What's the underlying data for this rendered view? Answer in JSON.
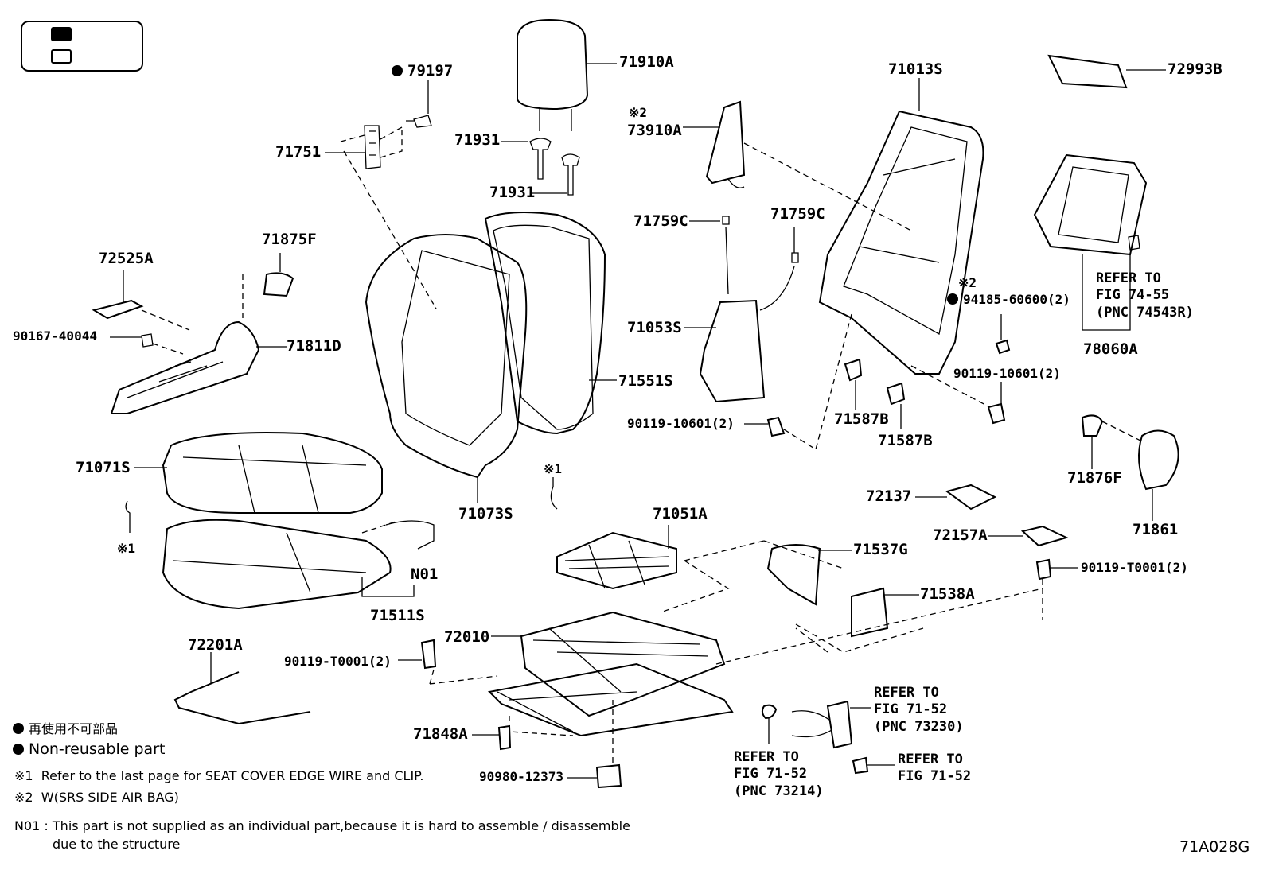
{
  "diagram_code": "71A028G",
  "legend": {
    "non_reusable_jp": "再使用不可部品",
    "non_reusable_en": "Non-reusable part",
    "note1_mark": "※1",
    "note1_text": "Refer to the last page for SEAT COVER EDGE WIRE and CLIP.",
    "note2_mark": "※2",
    "note2_text": "W(SRS SIDE AIR BAG)",
    "n01_code": "N01",
    "n01_text_line1": ": This part is not supplied as an individual part,because it is hard to assemble / disassemble",
    "n01_text_line2": "due to the structure"
  },
  "parts": {
    "p79197": "79197",
    "p71910A": "71910A",
    "p71931_a": "71931",
    "p71931_b": "71931",
    "p71751": "71751",
    "p73910A": "73910A",
    "p73910A_mark": "※2",
    "p71013S": "71013S",
    "p72993B": "72993B",
    "p72525A": "72525A",
    "p71875F": "71875F",
    "p90167_40044": "90167-40044",
    "p71811D": "71811D",
    "p71759C_a": "71759C",
    "p71759C_b": "71759C",
    "p71053S": "71053S",
    "p71551S": "71551S",
    "p94185": "94185-60600(2)",
    "p94185_mark": "※2",
    "p90119_10601_a": "90119-10601(2)",
    "p90119_10601_b": "90119-10601(2)",
    "p78060A": "78060A",
    "p71587B_a": "71587B",
    "p71587B_b": "71587B",
    "p71071S": "71071S",
    "p71073S": "71073S",
    "mark_x1_a": "※1",
    "mark_x1_b": "※1",
    "p71876F": "71876F",
    "p71861": "71861",
    "p72137": "72137",
    "p72157A": "72157A",
    "p71051A": "71051A",
    "p71537G": "71537G",
    "p71538A": "71538A",
    "pN01": "N01",
    "p71511S": "71511S",
    "p90119_T0001_a": "90119-T0001(2)",
    "p90119_T0001_b": "90119-T0001(2)",
    "p72010": "72010",
    "p72201A": "72201A",
    "p71848A": "71848A",
    "p90980_12373": "90980-12373"
  },
  "refers": {
    "r74_55": "REFER TO\nFIG 74-55\n(PNC 74543R)",
    "r71_52_73230": "REFER TO\nFIG 71-52\n(PNC 73230)",
    "r71_52_73214": "REFER TO\nFIG 71-52\n(PNC 73214)",
    "r71_52": "REFER TO\nFIG 71-52"
  }
}
